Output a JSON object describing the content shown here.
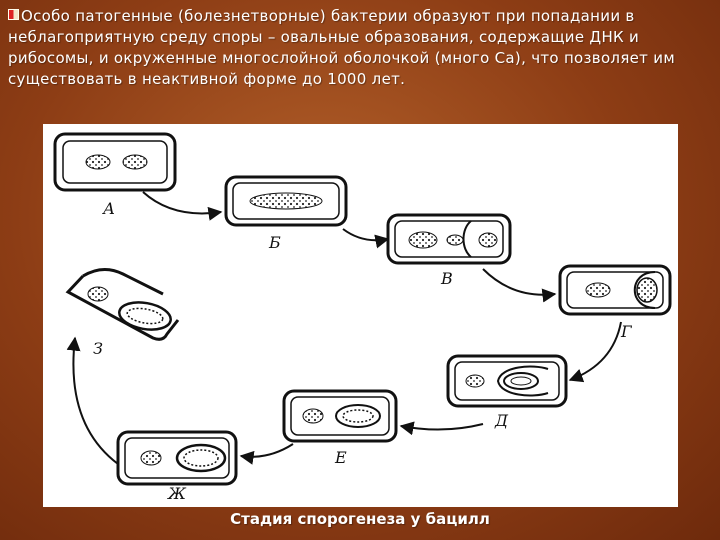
{
  "slide": {
    "body_text": "Особо патогенные (болезнетворные) бактерии образуют при попадании в неблагоприятную среду споры – овальные образования, содержащие ДНК и рибосомы, и окруженные многослойной оболочкой (много Ca), что позволяет им существовать в неактивной форме до 1000 лет.",
    "caption": "Стадия спорогенеза у бацилл"
  },
  "diagram": {
    "stage_labels": [
      "А",
      "Б",
      "В",
      "Г",
      "Д",
      "Е",
      "Ж",
      "З"
    ]
  }
}
